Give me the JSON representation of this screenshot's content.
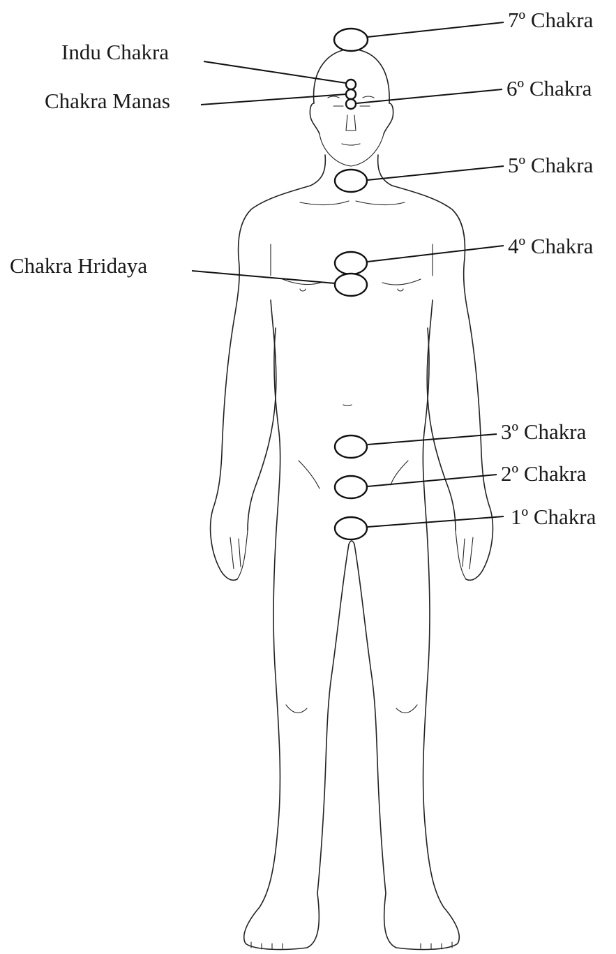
{
  "labels": {
    "chakra7": "7º Chakra",
    "indu": "Indu Chakra",
    "chakra6": "6º Chakra",
    "manas": "Chakra Manas",
    "chakra5": "5º Chakra",
    "chakra4": "4º Chakra",
    "hridaya": "Chakra Hridaya",
    "chakra3": "3º Chakra",
    "chakra2": "2º Chakra",
    "chakra1": "1º Chakra"
  }
}
